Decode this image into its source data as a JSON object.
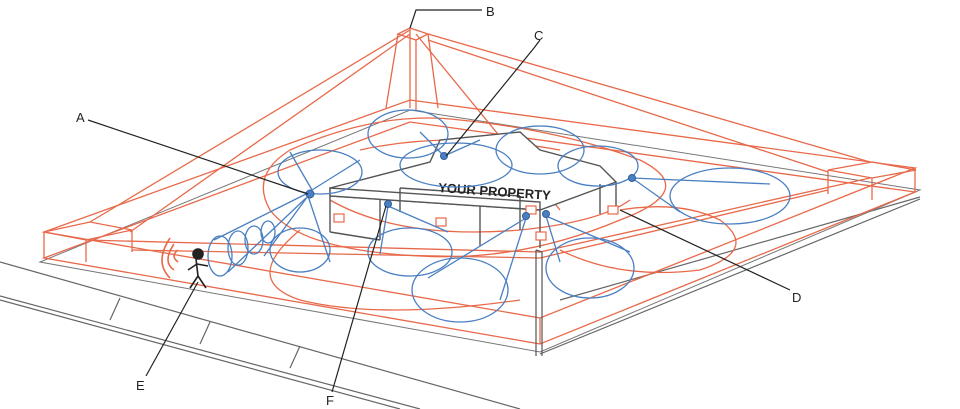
{
  "property_label": "YOUR PROPERTY",
  "callouts": {
    "a": "A",
    "b": "B",
    "c": "C",
    "d": "D",
    "e": "E",
    "f": "F"
  },
  "colors": {
    "perimeter": "#e8694a",
    "detection": "#4a7fc1",
    "structure": "#555555",
    "leader": "#222222"
  }
}
